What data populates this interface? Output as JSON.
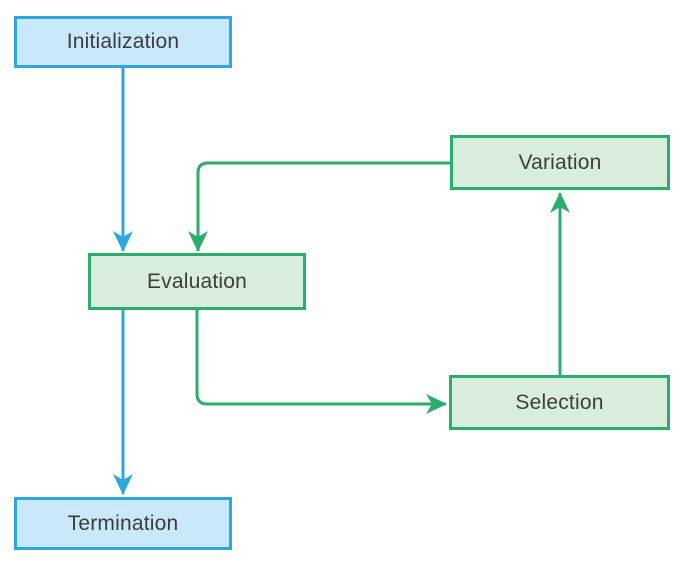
{
  "diagram": {
    "type": "flowchart",
    "nodes": [
      {
        "id": "initialization",
        "label": "Initialization",
        "style": "blue"
      },
      {
        "id": "variation",
        "label": "Variation",
        "style": "green"
      },
      {
        "id": "evaluation",
        "label": "Evaluation",
        "style": "green"
      },
      {
        "id": "selection",
        "label": "Selection",
        "style": "green"
      },
      {
        "id": "termination",
        "label": "Termination",
        "style": "blue"
      }
    ],
    "edges": [
      {
        "from": "initialization",
        "to": "evaluation",
        "color": "blue"
      },
      {
        "from": "evaluation",
        "to": "termination",
        "color": "blue"
      },
      {
        "from": "variation",
        "to": "evaluation",
        "color": "green"
      },
      {
        "from": "evaluation",
        "to": "selection",
        "color": "green"
      },
      {
        "from": "selection",
        "to": "variation",
        "color": "green"
      }
    ]
  },
  "colors": {
    "blue_stroke": "#2EA7DF",
    "blue_fill": "#C9E8FA",
    "green_stroke": "#2BAD6B",
    "green_fill": "#D9EDDC",
    "text": "#3C3C3C",
    "background": "#FFFFFF"
  }
}
